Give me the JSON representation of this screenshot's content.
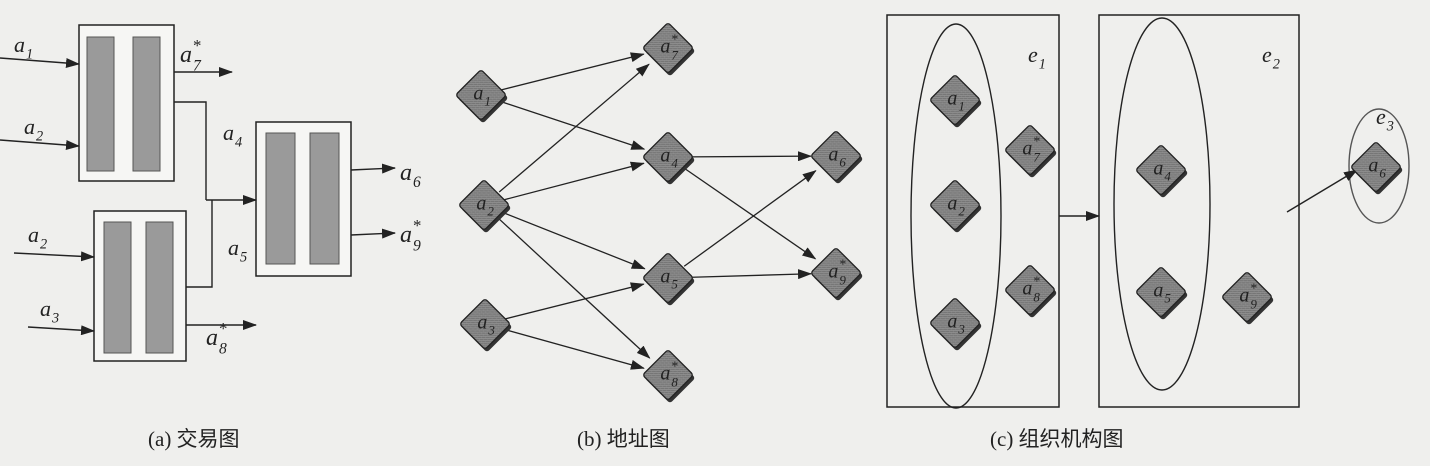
{
  "captions": {
    "a": "(a) 交易图",
    "b": "(b) 地址图",
    "c": "(c) 组织机构图"
  },
  "transaction_graph": {
    "inputs": [
      {
        "base": "a",
        "sub": "1"
      },
      {
        "base": "a",
        "sub": "2"
      },
      {
        "base": "a",
        "sub": "2"
      },
      {
        "base": "a",
        "sub": "3"
      }
    ],
    "intermediate": [
      {
        "base": "a",
        "sub": "4"
      },
      {
        "base": "a",
        "sub": "5"
      }
    ],
    "outputs": [
      {
        "base": "a",
        "sub": "7",
        "star": "*"
      },
      {
        "base": "a",
        "sub": "8",
        "star": "*"
      },
      {
        "base": "a",
        "sub": "6"
      },
      {
        "base": "a",
        "sub": "9",
        "star": "*"
      }
    ]
  },
  "address_graph": {
    "nodes": [
      {
        "id": "a1",
        "base": "a",
        "sub": "1"
      },
      {
        "id": "a2",
        "base": "a",
        "sub": "2"
      },
      {
        "id": "a3",
        "base": "a",
        "sub": "3"
      },
      {
        "id": "a7",
        "base": "a",
        "sub": "7",
        "star": "*"
      },
      {
        "id": "a4",
        "base": "a",
        "sub": "4"
      },
      {
        "id": "a5",
        "base": "a",
        "sub": "5"
      },
      {
        "id": "a8",
        "base": "a",
        "sub": "8",
        "star": "*"
      },
      {
        "id": "a6",
        "base": "a",
        "sub": "6"
      },
      {
        "id": "a9",
        "base": "a",
        "sub": "9",
        "star": "*"
      }
    ],
    "edges": [
      [
        "a1",
        "a7"
      ],
      [
        "a1",
        "a4"
      ],
      [
        "a2",
        "a7"
      ],
      [
        "a2",
        "a4"
      ],
      [
        "a2",
        "a5"
      ],
      [
        "a2",
        "a8"
      ],
      [
        "a3",
        "a5"
      ],
      [
        "a3",
        "a8"
      ],
      [
        "a4",
        "a6"
      ],
      [
        "a4",
        "a9"
      ],
      [
        "a5",
        "a6"
      ],
      [
        "a5",
        "a9"
      ]
    ]
  },
  "organization_graph": {
    "entities": [
      {
        "base": "e",
        "sub": "1"
      },
      {
        "base": "e",
        "sub": "2"
      },
      {
        "base": "e",
        "sub": "3"
      }
    ],
    "nodes": [
      {
        "id": "a1",
        "base": "a",
        "sub": "1"
      },
      {
        "id": "a2",
        "base": "a",
        "sub": "2"
      },
      {
        "id": "a3",
        "base": "a",
        "sub": "3"
      },
      {
        "id": "a7",
        "base": "a",
        "sub": "7",
        "star": "*"
      },
      {
        "id": "a8",
        "base": "a",
        "sub": "8",
        "star": "*"
      },
      {
        "id": "a4",
        "base": "a",
        "sub": "4"
      },
      {
        "id": "a5",
        "base": "a",
        "sub": "5"
      },
      {
        "id": "a9",
        "base": "a",
        "sub": "9",
        "star": "*"
      },
      {
        "id": "a6",
        "base": "a",
        "sub": "6"
      }
    ]
  },
  "colors": {
    "background": "#efefed",
    "ink": "#222222",
    "node_fill": "#8e8e8e",
    "block_fill": "#9a9a9a",
    "box_fill": "#f6f6f4"
  }
}
